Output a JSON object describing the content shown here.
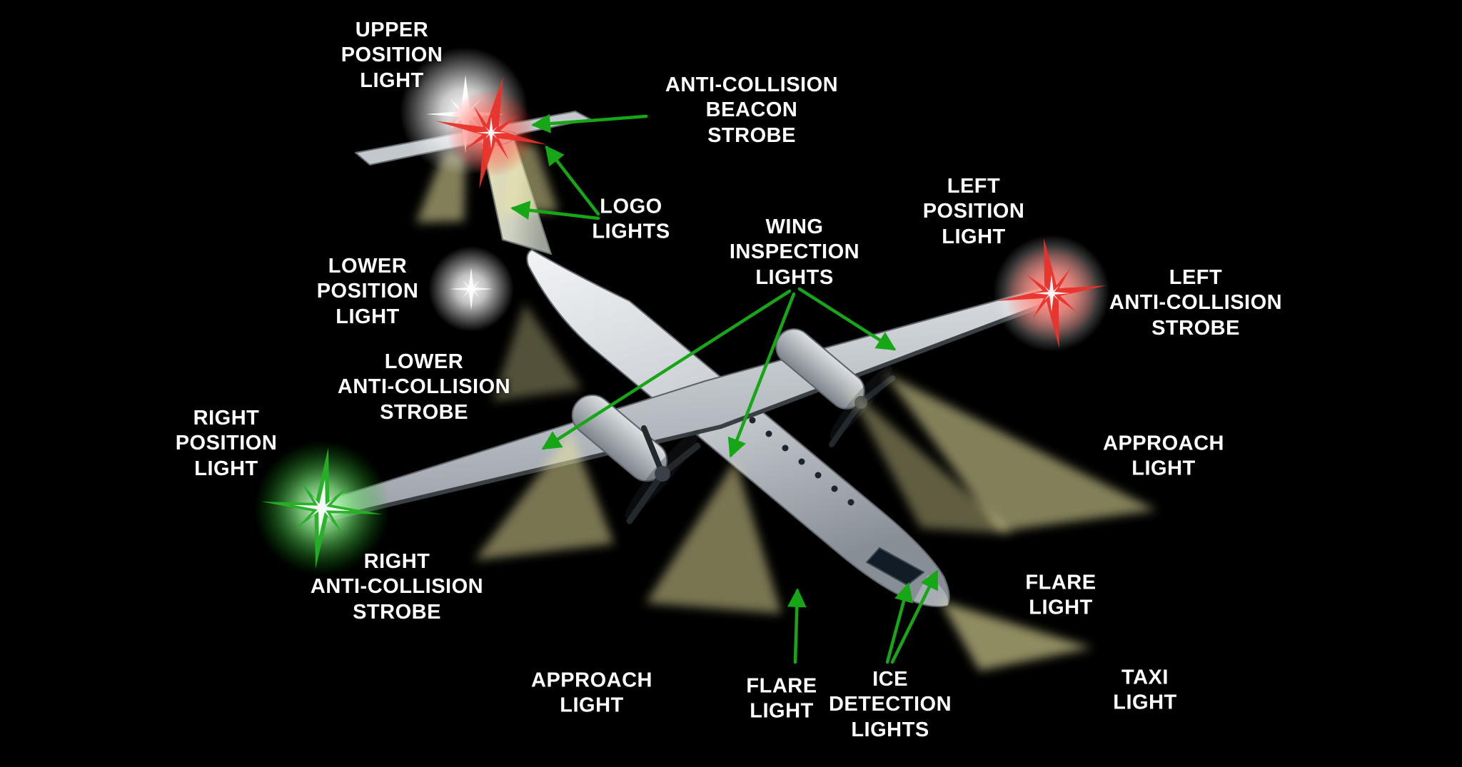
{
  "diagram": {
    "subject": "Aircraft exterior lighting diagram (twin turboprop, night view)",
    "colors": {
      "background": "#000000",
      "label_text": "#ffffff",
      "arrow_green": "#16a616",
      "beam_yellow": "#efe9a2",
      "beacon_red": "#e8312b",
      "position_green": "#25b125",
      "glow_white": "#ffffff",
      "airframe_gray": "#c7ccd1"
    }
  },
  "labels": [
    {
      "id": "upper-position-light",
      "text": "UPPER\nPOSITION\nLIGHT"
    },
    {
      "id": "anti-collision-beacon-strobe",
      "text": "ANTI-COLLISION\nBEACON\nSTROBE"
    },
    {
      "id": "logo-lights",
      "text": "LOGO\nLIGHTS"
    },
    {
      "id": "left-position-light",
      "text": "LEFT\nPOSITION\nLIGHT"
    },
    {
      "id": "left-anti-collision-strobe",
      "text": "LEFT\nANTI-COLLISION\nSTROBE"
    },
    {
      "id": "wing-inspection-lights",
      "text": "WING\nINSPECTION\nLIGHTS"
    },
    {
      "id": "lower-position-light",
      "text": "LOWER\nPOSITION\nLIGHT"
    },
    {
      "id": "lower-anti-collision-strobe",
      "text": "LOWER\nANTI-COLLISION\nSTROBE"
    },
    {
      "id": "right-position-light",
      "text": "RIGHT\nPOSITION\nLIGHT"
    },
    {
      "id": "right-anti-collision-strobe",
      "text": "RIGHT\nANTI-COLLISION\nSTROBE"
    },
    {
      "id": "approach-light-left-wing",
      "text": "APPROACH\nLIGHT"
    },
    {
      "id": "flare-light-right-side",
      "text": "FLARE\nLIGHT"
    },
    {
      "id": "taxi-light",
      "text": "TAXI\nLIGHT"
    },
    {
      "id": "approach-light-bottom",
      "text": "APPROACH\nLIGHT"
    },
    {
      "id": "flare-light-bottom",
      "text": "FLARE\nLIGHT"
    },
    {
      "id": "ice-detection-lights",
      "text": "ICE\nDETECTION\nLIGHTS"
    }
  ]
}
